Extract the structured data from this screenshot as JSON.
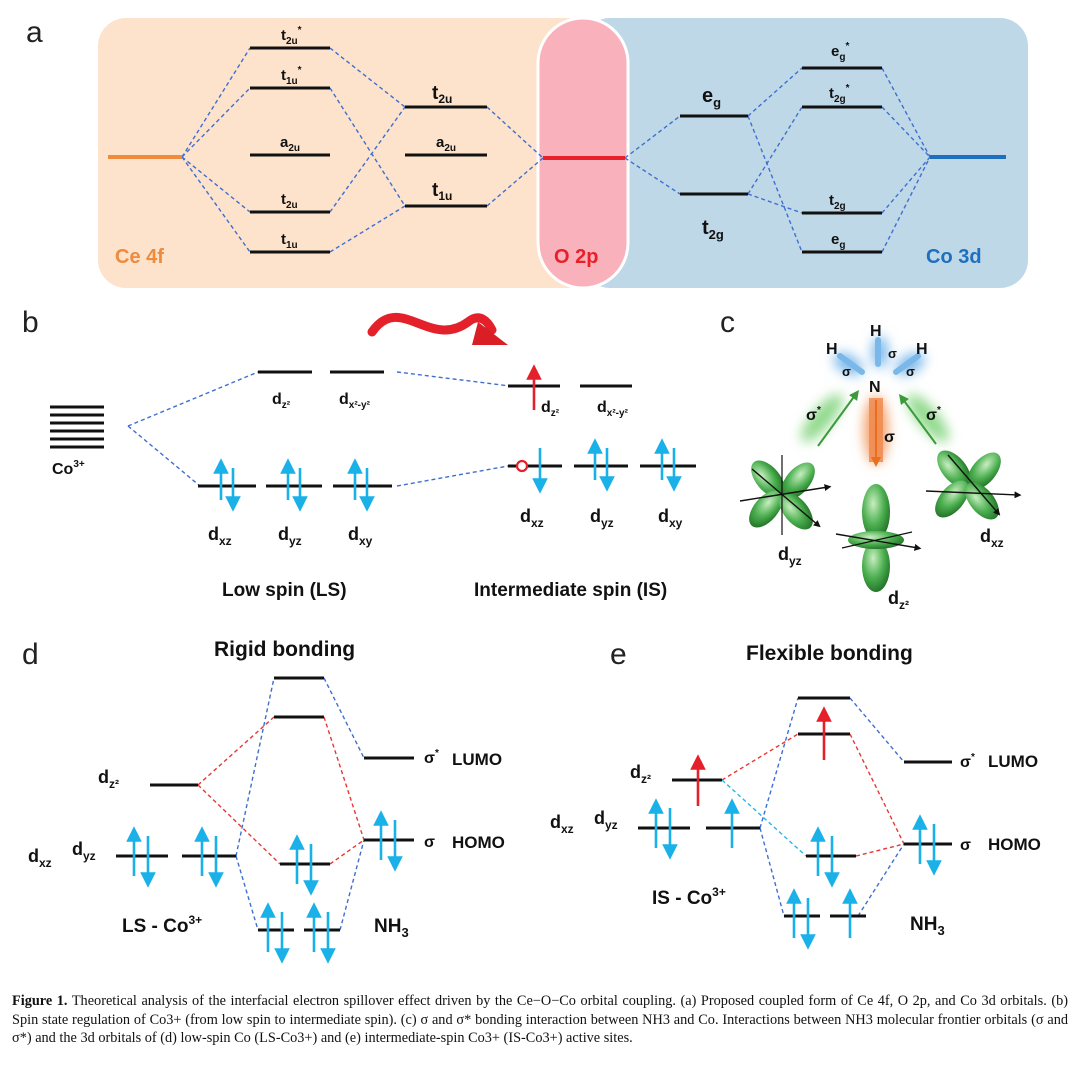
{
  "panels": {
    "a": {
      "letter": "a",
      "ce_label": "Ce 4f",
      "o_label": "O 2p",
      "co_label": "Co 3d",
      "ce_levels": [
        {
          "main": "t",
          "sub": "2u",
          "sup": "*"
        },
        {
          "main": "t",
          "sub": "1u",
          "sup": "*"
        },
        {
          "main": "a",
          "sub": "2u",
          "sup": ""
        },
        {
          "main": "t",
          "sub": "2u",
          "sup": ""
        },
        {
          "main": "t",
          "sub": "1u",
          "sup": ""
        }
      ],
      "ce_mid_levels": [
        {
          "main": "t",
          "sub": "2u",
          "sup": ""
        },
        {
          "main": "a",
          "sub": "2u",
          "sup": ""
        },
        {
          "main": "t",
          "sub": "1u",
          "sup": ""
        }
      ],
      "co_mid_levels": [
        {
          "main": "e",
          "sub": "g",
          "sup": ""
        },
        {
          "main": "t",
          "sub": "2g",
          "sup": ""
        }
      ],
      "co_levels": [
        {
          "main": "e",
          "sub": "g",
          "sup": "*"
        },
        {
          "main": "t",
          "sub": "2g",
          "sup": "*"
        },
        {
          "main": "t",
          "sub": "2g",
          "sup": ""
        },
        {
          "main": "e",
          "sub": "g",
          "sup": ""
        }
      ]
    },
    "b": {
      "letter": "b",
      "ion": "Co",
      "ion_charge": "3+",
      "ls_label": "Low spin (LS)",
      "is_label": "Intermediate spin (IS)",
      "eg_labels": [
        {
          "main": "d",
          "sub": "z²"
        },
        {
          "main": "d",
          "sub": "x²-y²"
        }
      ],
      "t2g_labels": [
        {
          "main": "d",
          "sub": "xz"
        },
        {
          "main": "d",
          "sub": "yz"
        },
        {
          "main": "d",
          "sub": "xy"
        }
      ]
    },
    "c": {
      "letter": "c",
      "atoms": {
        "n": "N",
        "h": "H"
      },
      "sigma": "σ",
      "sigma_star": "σ",
      "sigma_star_mark": "*",
      "orbitals": [
        {
          "main": "d",
          "sub": "yz"
        },
        {
          "main": "d",
          "sub": "z²"
        },
        {
          "main": "d",
          "sub": "xz"
        }
      ]
    },
    "d": {
      "letter": "d",
      "title": "Rigid bonding",
      "dz2": {
        "main": "d",
        "sub": "z²"
      },
      "dxz": {
        "main": "d",
        "sub": "xz"
      },
      "dyz": {
        "main": "d",
        "sub": "yz"
      },
      "lumo": "LUMO",
      "homo": "HOMO",
      "sigma": "σ",
      "sigma_star_mark": "*",
      "co_label": "LS - Co",
      "co_charge": "3+",
      "nh3": {
        "main": "NH",
        "sub": "3"
      }
    },
    "e": {
      "letter": "e",
      "title": "Flexible bonding",
      "dz2": {
        "main": "d",
        "sub": "z²"
      },
      "dxz": {
        "main": "d",
        "sub": "xz"
      },
      "dyz": {
        "main": "d",
        "sub": "yz"
      },
      "lumo": "LUMO",
      "homo": "HOMO",
      "sigma": "σ",
      "sigma_star_mark": "*",
      "co_label": "IS - Co",
      "co_charge": "3+",
      "nh3": {
        "main": "NH",
        "sub": "3"
      }
    }
  },
  "colors": {
    "ce_bg": "#fde2cc",
    "o_bg": "#f9b2bb",
    "co_bg": "#bed8e8",
    "ce_text": "#f08a3c",
    "o_text": "#e8202a",
    "co_text": "#1f6fbf",
    "dash_blue": "#3f6fcf",
    "dash_red": "#e53935",
    "dash_cyan": "#29b6e6",
    "arrow_cyan": "#1ab0e8",
    "arrow_red": "#e4202a",
    "lobe_green": "#3aa43a"
  },
  "caption": {
    "label": "Figure 1.",
    "text": "Theoretical analysis of the interfacial electron spillover effect driven by the Ce−O−Co orbital coupling. (a) Proposed coupled form of Ce 4f, O 2p, and Co 3d orbitals. (b) Spin state regulation of Co3+ (from low spin to intermediate spin). (c) σ and σ* bonding interaction between NH3 and Co. Interactions between NH3 molecular frontier orbitals (σ and σ*) and the 3d orbitals of (d) low-spin Co (LS-Co3+) and (e) intermediate-spin Co3+ (IS-Co3+) active sites."
  }
}
